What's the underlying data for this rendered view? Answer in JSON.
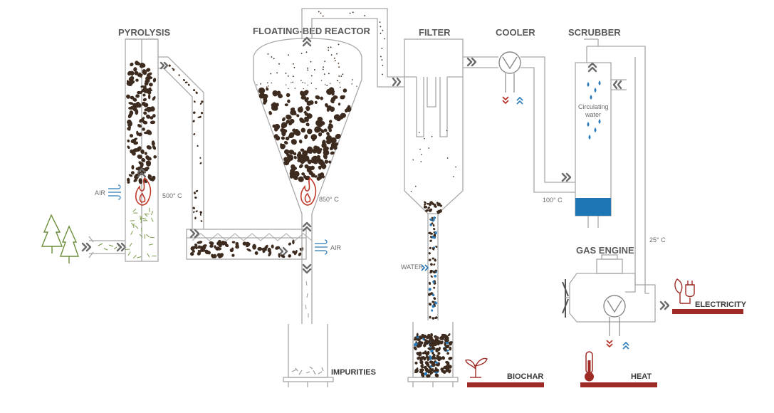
{
  "labels": {
    "pyrolysis": "PYROLYSIS",
    "reactor": "FLOATING-BED REACTOR",
    "filter": "FILTER",
    "cooler": "COOLER",
    "scrubber": "SCRUBBER",
    "gas_engine": "GAS ENGINE",
    "impurities": "IMPURITIES",
    "biochar": "BIOCHAR",
    "heat": "HEAT",
    "electricity": "ELECTRICITY"
  },
  "annotations": {
    "air_pyrolysis": "AIR",
    "temp_pyrolysis": "500° C",
    "temp_reactor": "850° C",
    "air_reactor": "AIR",
    "water_filter": "WATER",
    "circulating_line1": "Circulating",
    "circulating_line2": "water",
    "temp_scrubber_in": "100° C",
    "temp_engine_in": "25° C"
  },
  "colors": {
    "pipe": "#a8a8a8",
    "particle": "#3d2b1f",
    "output_bar": "#9e2b25",
    "water": "#2b7ab8",
    "flame": "#c0392b",
    "arrow": "#6a6a6a",
    "tree": "#6b8e3a"
  },
  "icons": [
    "trees-icon",
    "flame-icon",
    "air-wind-icon",
    "plant-sprout-icon",
    "thermometer-icon",
    "leaf-plug-icon",
    "heat-exchanger-icon"
  ]
}
